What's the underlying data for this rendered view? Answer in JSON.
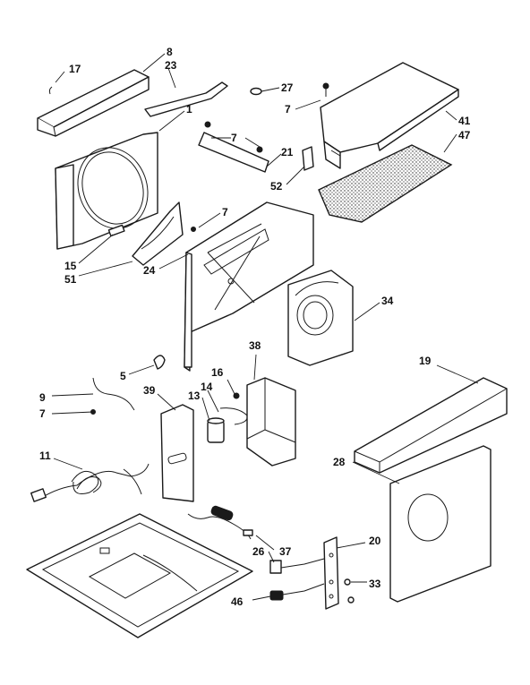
{
  "callouts": {
    "c17": "17",
    "c8": "8",
    "c23": "23",
    "c27": "27",
    "c1": "1",
    "c7a": "7",
    "c7b": "7",
    "c7c": "7",
    "c7d": "7",
    "c41": "41",
    "c47": "47",
    "c21": "21",
    "c52": "52",
    "c15": "15",
    "c51": "51",
    "c24": "24",
    "c34": "34",
    "c5": "5",
    "c38": "38",
    "c9": "9",
    "c16": "16",
    "c14": "14",
    "c13": "13",
    "c39": "39",
    "c19": "19",
    "c11": "11",
    "c28": "28",
    "c26": "26",
    "c37": "37",
    "c20": "20",
    "c33": "33",
    "c46": "46"
  }
}
